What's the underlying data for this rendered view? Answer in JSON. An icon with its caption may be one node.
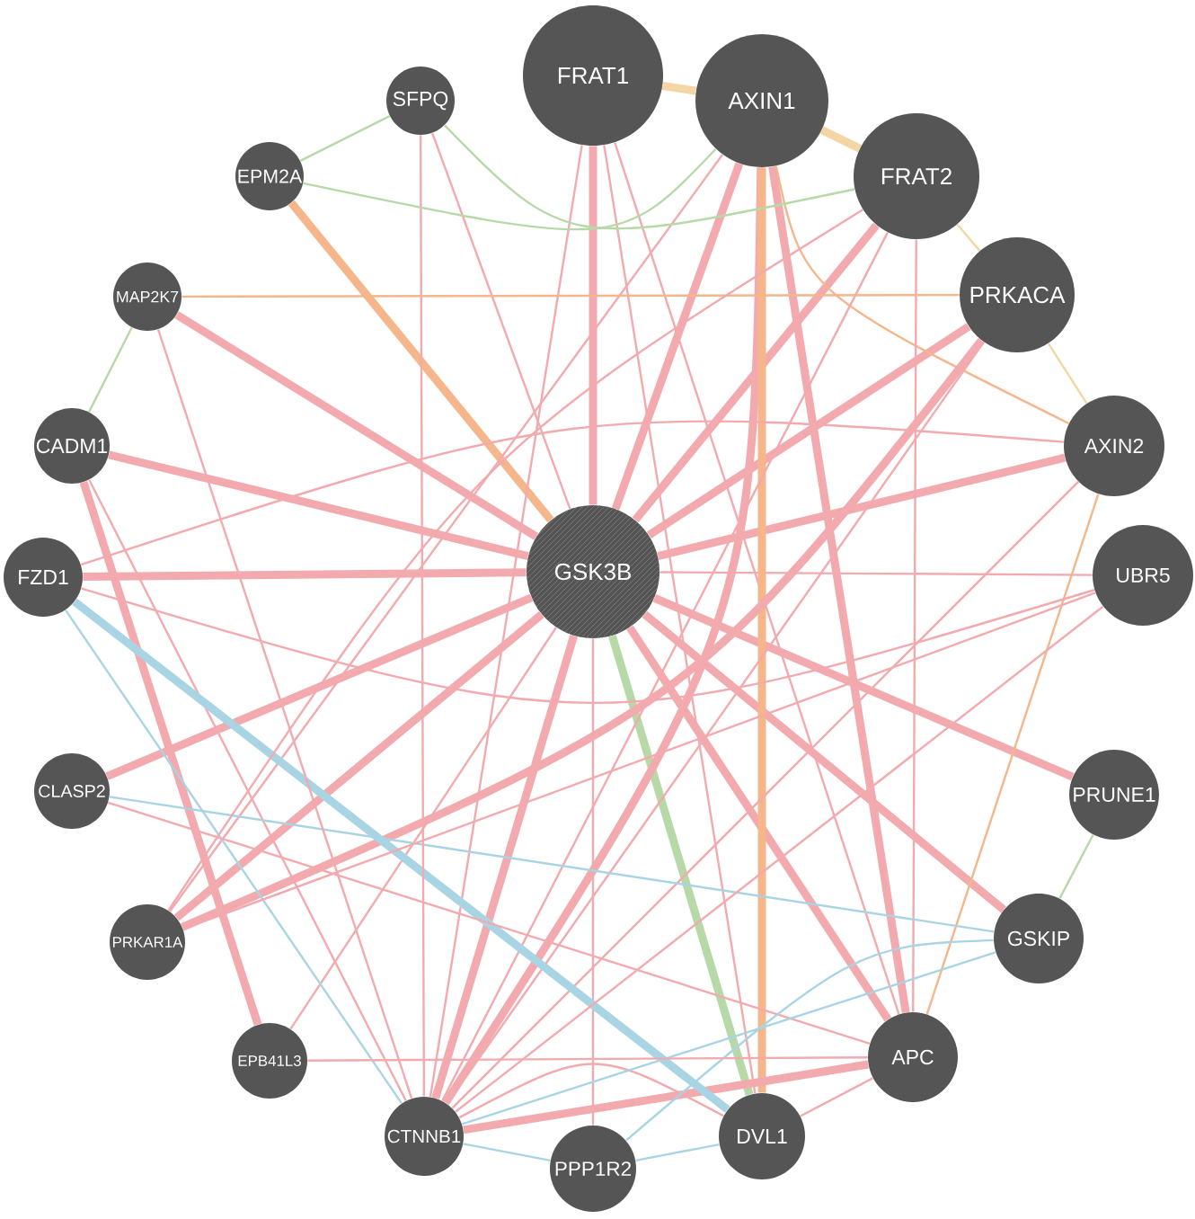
{
  "diagram": {
    "nodes": [
      {
        "text": [
          "GSK3B"
        ]
      },
      {
        "text": [
          "FRAT1"
        ]
      },
      {
        "text": [
          "AXIN1"
        ]
      },
      {
        "text": [
          "FRAT2"
        ]
      },
      {
        "text": [
          "PRKACA"
        ]
      },
      {
        "text": [
          "AXIN2"
        ]
      },
      {
        "text": [
          "UBR5"
        ]
      },
      {
        "text": [
          "PRUNE1"
        ]
      },
      {
        "text": [
          "GSKIP"
        ]
      },
      {
        "text": [
          "APC"
        ]
      },
      {
        "text": [
          "DVL1"
        ]
      },
      {
        "text": [
          "PPP1R2"
        ]
      },
      {
        "text": [
          "CTNNB1"
        ]
      },
      {
        "text": [
          "EPB41L3"
        ]
      },
      {
        "text": [
          "PRKAR1A"
        ]
      },
      {
        "text": [
          "CLASP2"
        ]
      },
      {
        "text": [
          "FZD1"
        ]
      },
      {
        "text": [
          "CADM1"
        ]
      },
      {
        "text": [
          "MAP2K7"
        ]
      },
      {
        "text": [
          "EPM2A"
        ]
      },
      {
        "text": [
          "SFPQ"
        ]
      }
    ],
    "edges": [
      {
        "from": 0,
        "to": 1,
        "arrow": "none",
        "style": "thick"
      },
      {
        "from": 0,
        "to": 2,
        "arrow": "none",
        "style": "thick"
      },
      {
        "from": 0,
        "to": 3,
        "arrow": "none",
        "style": "thick"
      },
      {
        "from": 0,
        "to": 4,
        "arrow": "none",
        "style": "thick"
      },
      {
        "from": 0,
        "to": 5,
        "arrow": "none",
        "style": "thick"
      },
      {
        "from": 0,
        "to": 6,
        "arrow": "none"
      },
      {
        "from": 0,
        "to": 7,
        "arrow": "none",
        "style": "thick"
      },
      {
        "from": 0,
        "to": 8,
        "arrow": "none",
        "style": "thick"
      },
      {
        "from": 0,
        "to": 9,
        "arrow": "none",
        "style": "thick"
      },
      {
        "from": 0,
        "to": 10,
        "arrow": "none",
        "style": "thick",
        "color": "#b7d9a8"
      },
      {
        "from": 0,
        "to": 11,
        "arrow": "none"
      },
      {
        "from": 0,
        "to": 12,
        "arrow": "none",
        "style": "thick"
      },
      {
        "from": 0,
        "to": 13,
        "arrow": "none"
      },
      {
        "from": 0,
        "to": 14,
        "arrow": "none",
        "style": "thick"
      },
      {
        "from": 0,
        "to": 15,
        "arrow": "none",
        "style": "thick"
      },
      {
        "from": 0,
        "to": 16,
        "arrow": "none",
        "style": "thick"
      },
      {
        "from": 0,
        "to": 17,
        "arrow": "none",
        "style": "thick"
      },
      {
        "from": 0,
        "to": 18,
        "arrow": "none",
        "style": "thick"
      },
      {
        "from": 0,
        "to": 19,
        "arrow": "none",
        "style": "thick",
        "color": "#f4b68a"
      },
      {
        "from": 0,
        "to": 20,
        "arrow": "none"
      },
      {
        "from": 1,
        "to": 2,
        "arrow": "none",
        "style": "thick",
        "color": "#f3d6a4"
      },
      {
        "from": 2,
        "to": 3,
        "arrow": "none",
        "style": "thick",
        "color": "#f3d6a4"
      },
      {
        "from": 3,
        "to": 4,
        "arrow": "none",
        "color": "#f3d6a4"
      },
      {
        "from": 4,
        "to": 5,
        "arrow": "none",
        "color": "#f3d6a4"
      },
      {
        "from": 1,
        "to": 12,
        "arrow": "none"
      },
      {
        "from": 1,
        "to": 9,
        "arrow": "none"
      },
      {
        "from": 1,
        "to": 10,
        "arrow": "none"
      },
      {
        "from": 2,
        "to": 12,
        "arrow": "none",
        "style": "thick"
      },
      {
        "from": 2,
        "to": 9,
        "arrow": "none",
        "style": "thick"
      },
      {
        "from": 2,
        "to": 10,
        "arrow": "none",
        "style": "thick",
        "color": "#f4b68a"
      },
      {
        "from": 2,
        "to": 5,
        "arrow": "none",
        "color": "#f4b68a"
      },
      {
        "from": 2,
        "to": 14,
        "arrow": "none"
      },
      {
        "from": 4,
        "to": 14,
        "arrow": "none",
        "style": "thick"
      },
      {
        "from": 4,
        "to": 12,
        "arrow": "none"
      },
      {
        "from": 3,
        "to": 12,
        "arrow": "none"
      },
      {
        "from": 3,
        "to": 9,
        "arrow": "none"
      },
      {
        "from": 5,
        "to": 12,
        "arrow": "none"
      },
      {
        "from": 5,
        "to": 9,
        "arrow": "none",
        "color": "#f4b68a"
      },
      {
        "from": 5,
        "to": 16,
        "arrow": "none"
      },
      {
        "from": 12,
        "to": 9,
        "arrow": "none",
        "style": "thick"
      },
      {
        "from": 12,
        "to": 10,
        "arrow": "none"
      },
      {
        "from": 12,
        "to": 11,
        "arrow": "none",
        "color": "#a9d4e3"
      },
      {
        "from": 11,
        "to": 10,
        "arrow": "none",
        "color": "#a9d4e3"
      },
      {
        "from": 12,
        "to": 17,
        "arrow": "none"
      },
      {
        "from": 17,
        "to": 13,
        "arrow": "none",
        "style": "thick"
      },
      {
        "from": 16,
        "to": 10,
        "arrow": "none",
        "style": "thick",
        "color": "#a9d4e3"
      },
      {
        "from": 16,
        "to": 12,
        "arrow": "none",
        "color": "#a9d4e3"
      },
      {
        "from": 15,
        "to": 9,
        "arrow": "none"
      },
      {
        "from": 15,
        "to": 8,
        "arrow": "none",
        "color": "#a9d4e3"
      },
      {
        "from": 20,
        "to": 12,
        "arrow": "none"
      },
      {
        "from": 20,
        "to": 3,
        "arrow": "none",
        "color": "#b7d9a8"
      },
      {
        "from": 19,
        "to": 2,
        "arrow": "none",
        "color": "#b7d9a8"
      },
      {
        "from": 18,
        "to": 4,
        "arrow": "none",
        "color": "#f4b68a"
      },
      {
        "from": 18,
        "to": 12,
        "arrow": "none"
      },
      {
        "from": 6,
        "to": 12,
        "arrow": "none"
      },
      {
        "from": 6,
        "to": 16,
        "arrow": "none"
      },
      {
        "from": 7,
        "to": 8,
        "arrow": "none",
        "color": "#b7d9a8"
      },
      {
        "from": 8,
        "to": 12,
        "arrow": "none",
        "color": "#a9d4e3"
      },
      {
        "from": 9,
        "to": 10,
        "arrow": "none"
      },
      {
        "from": 11,
        "to": 8,
        "arrow": "none",
        "color": "#a9d4e3"
      },
      {
        "from": 14,
        "to": 6,
        "arrow": "none"
      },
      {
        "from": 14,
        "to": 3,
        "arrow": "none"
      },
      {
        "from": 13,
        "to": 9,
        "arrow": "none"
      },
      {
        "from": 18,
        "to": 17,
        "arrow": "none",
        "color": "#b7d9a8"
      },
      {
        "from": 19,
        "to": 20,
        "arrow": "none",
        "color": "#b7d9a8"
      }
    ]
  }
}
